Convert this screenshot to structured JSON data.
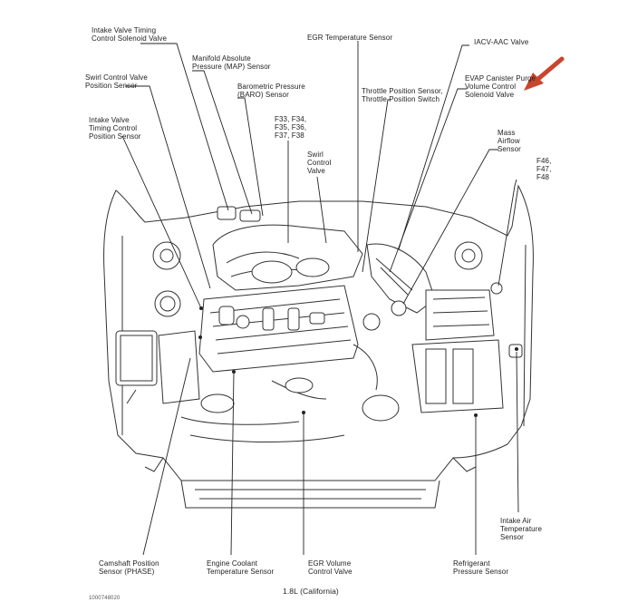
{
  "labels": {
    "ivt_solenoid": "Intake Valve Timing\nControl Solenoid Valve",
    "map_sensor": "Manifold Absolute\nPressure (MAP) Sensor",
    "egr_temp": "EGR Temperature Sensor",
    "iacv": "IACV-AAC Valve",
    "swirl_pos": "Swirl Control Valve\nPosition Sensor",
    "baro": "Barometric Pressure\n(BARO) Sensor",
    "tps": "Throttle Position Sensor,\nThrottle Position Switch",
    "evap": "EVAP Canister Purge\nVolume Control\nSolenoid Valve",
    "ivt_pos": "Intake Valve\nTiming Control\nPosition Sensor",
    "fuses_a": "F33, F34,\nF35, F36,\nF37, F38",
    "swirl_valve": "Swirl\nControl\nValve",
    "maf": "Mass\nAirflow\nSensor",
    "fuses_b": "F46,\nF47,\nF48",
    "cam_pos": "Camshaft Position\nSensor (PHASE)",
    "ect": "Engine Coolant\nTemperature Sensor",
    "egr_vol": "EGR Volume\nControl Valve",
    "refrig": "Refrigerant\nPressure Sensor",
    "iat": "Intake Air\nTemperature\nSensor",
    "caption": "1.8L (California)",
    "figure_id": "1000748020"
  },
  "colors": {
    "arrow": "#c8462e",
    "line": "#222222"
  }
}
